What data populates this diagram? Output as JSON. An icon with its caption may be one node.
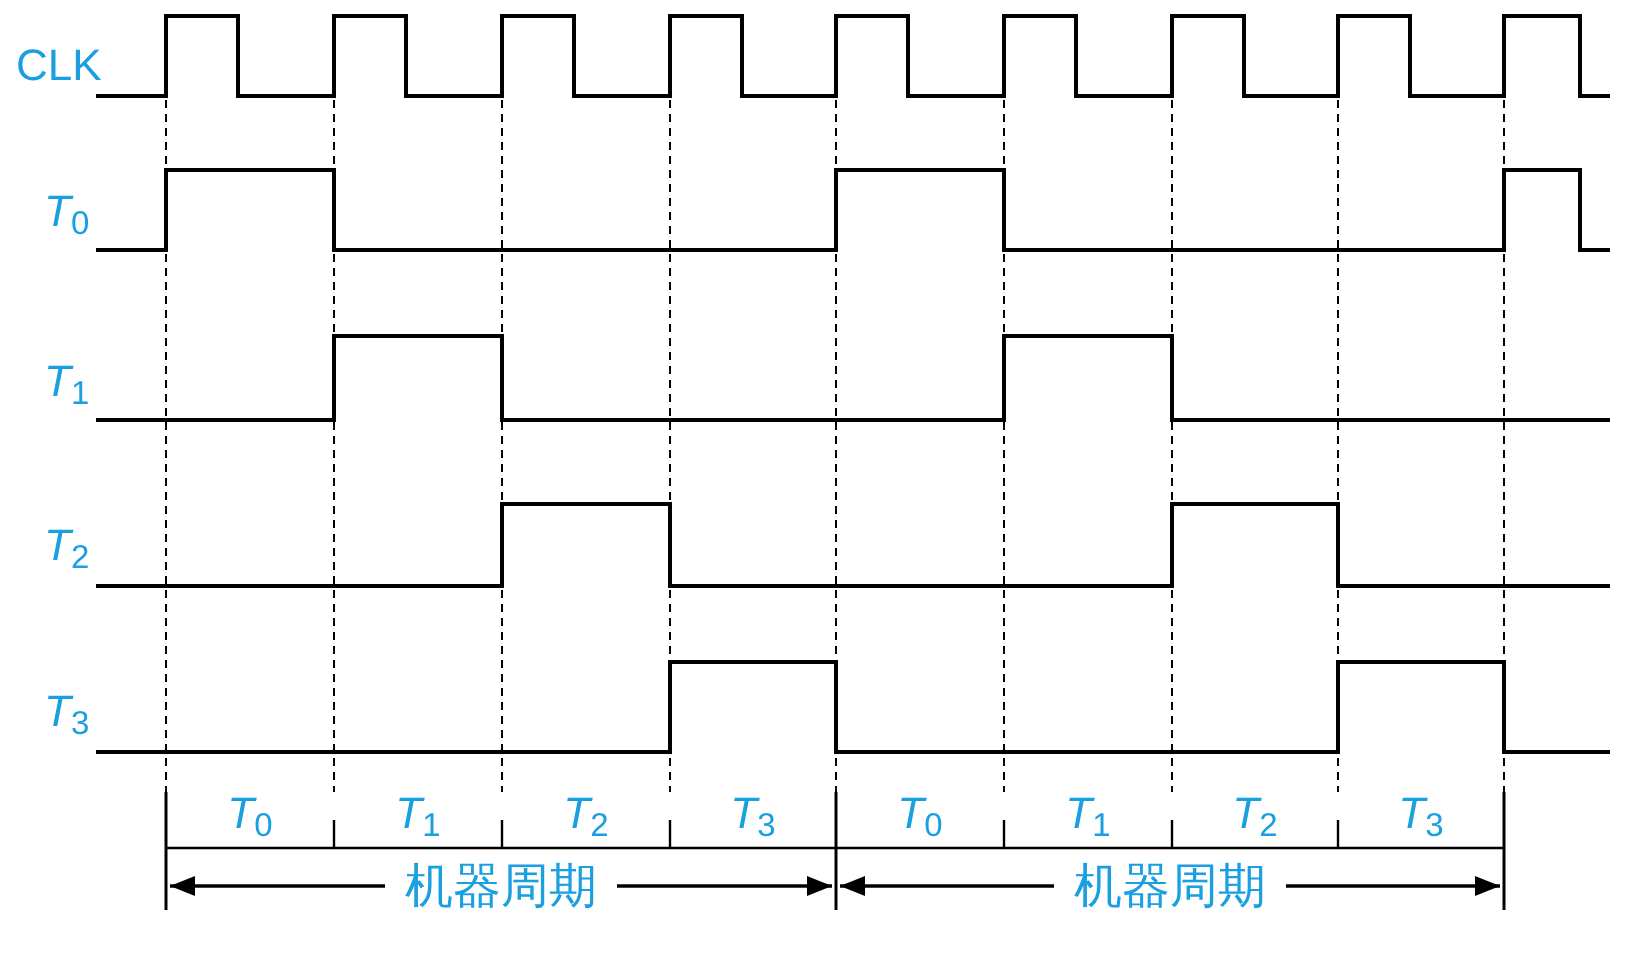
{
  "diagram": {
    "labels": [
      "CLK",
      "*T*$_{0}$",
      "*T*$_{1}$",
      "*T*$_{2}$",
      "*T*$_{3}$",
      "*T*$_{0}$",
      "*T*$_{1}$",
      "*T*$_{2}$",
      "*T*$_{3}$",
      "*T*$_{0}$",
      "*T*$_{1}$",
      "*T*$_{2}$",
      "*T*$_{3}$",
      "机器周期",
      "机器周期"
    ]
  }
}
